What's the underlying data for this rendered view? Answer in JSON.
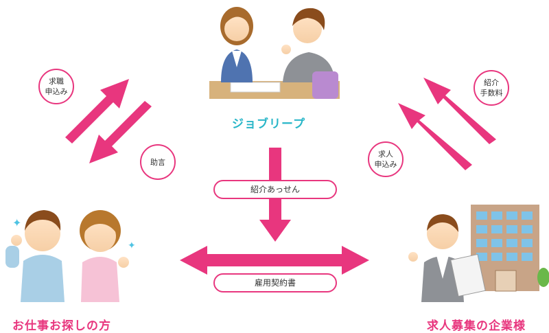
{
  "colors": {
    "arrow": "#e8367e",
    "agency_label": "#29b6c8",
    "party_label": "#e8367e"
  },
  "nodes": {
    "agency": {
      "label": "ジョブリープ"
    },
    "seeker": {
      "label": "お仕事お探しの方"
    },
    "company": {
      "label": "求人募集の企業様"
    }
  },
  "bubbles": {
    "application": "求職\n申込み",
    "advice": "助言",
    "job_posting": "求人\n申込み",
    "fee": "紹介\n手数料"
  },
  "pills": {
    "introduction": "紹介あっせん",
    "contract": "雇用契約書"
  }
}
